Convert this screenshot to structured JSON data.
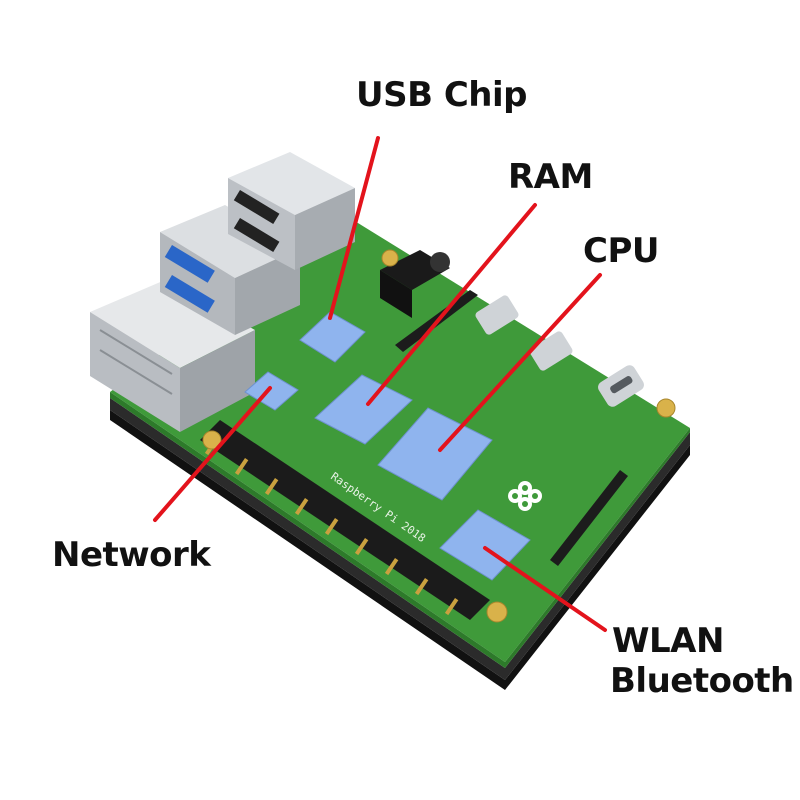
{
  "labels": {
    "usb_chip": "USB Chip",
    "ram": "RAM",
    "cpu": "CPU",
    "network": "Network",
    "wlan": "WLAN",
    "bluetooth": "Bluetooth"
  },
  "colors": {
    "background": "#ffffff",
    "pcb": "#3f9a3a",
    "thermal_pad": "#8fb4ee",
    "pointer_line": "#e3131c",
    "acrylic_base": "#1a1a1a",
    "metal": "#c9cdd2",
    "brass": "#d9b24a"
  }
}
